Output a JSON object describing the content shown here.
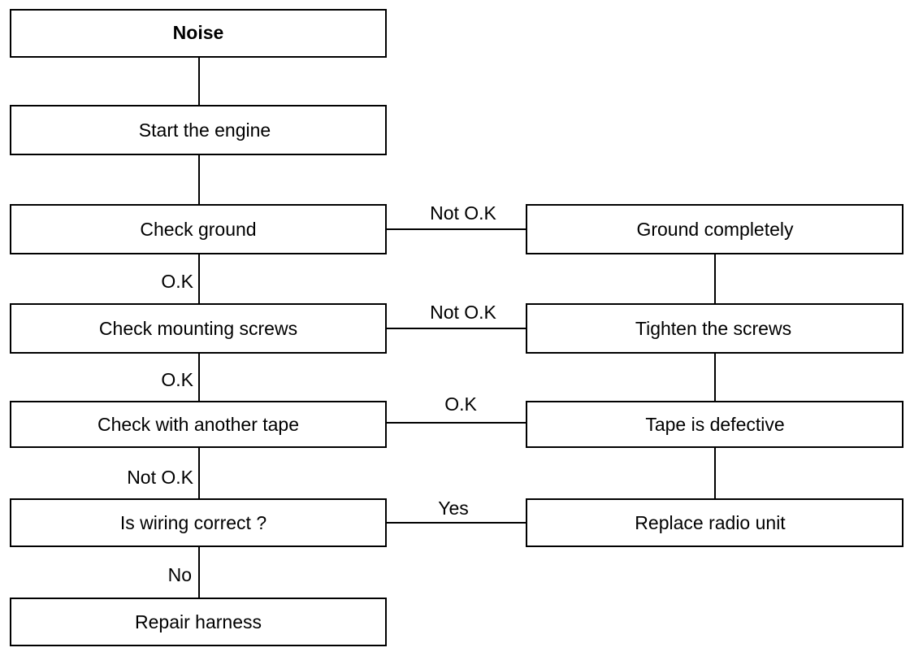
{
  "nodes": {
    "noise": "Noise",
    "start_engine": "Start the engine",
    "check_ground": "Check ground",
    "ground_completely": "Ground completely",
    "check_mounting_screws": "Check mounting screws",
    "tighten_screws": "Tighten the screws",
    "check_another_tape": "Check with another tape",
    "tape_defective": "Tape is defective",
    "wiring_correct": "Is wiring correct ?",
    "replace_radio": "Replace radio unit",
    "repair_harness": "Repair harness"
  },
  "edges": {
    "ground_not_ok": "Not O.K",
    "ground_ok": "O.K",
    "screws_not_ok": "Not O.K",
    "screws_ok": "O.K",
    "tape_ok": "O.K",
    "tape_not_ok": "Not O.K",
    "wiring_yes": "Yes",
    "wiring_no": "No"
  }
}
